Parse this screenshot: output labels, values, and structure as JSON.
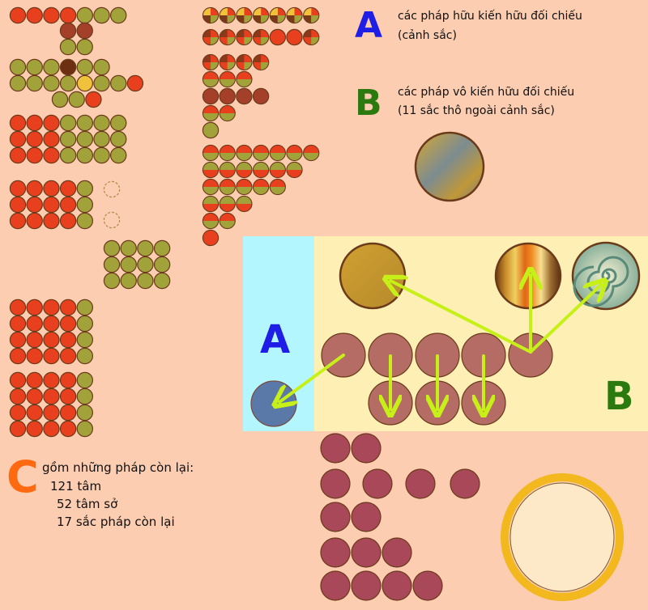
{
  "legend": {
    "a_letter": "A",
    "a_text_1": "các pháp hữu kiến hữu đối chiếu",
    "a_text_2": "(cảnh sắc)",
    "b_letter": "B",
    "b_text_1": "các pháp vô kiến hữu đối chiếu",
    "b_text_2": "(11 sắc thô ngoài cảnh sắc)"
  },
  "panel": {
    "a_label": "A",
    "b_label": "B"
  },
  "c_block": {
    "letter": "C",
    "line1": "gồm những pháp còn lại:",
    "line2": "121 tâm",
    "line3": "52 tâm sở",
    "line4": "17 sắc pháp còn lại"
  },
  "colors": {
    "background": "#fccdb0",
    "red_dot": "#e8401e",
    "olive_dot": "#a2a23a",
    "brown_dot": "#a4402a",
    "dark_brown_dot": "#6e2e10",
    "yellow_dot": "#f0c23c",
    "mauve_dot": "#b46c64",
    "plum_dot": "#a84858",
    "a_blue": "#1e1ee6",
    "b_green": "#2a7a10",
    "c_orange": "#ff6a10",
    "panel_a": "#b4f6fe",
    "panel_b": "#fef0b4",
    "arrow": "#c6f018",
    "ring": "#f2b81e"
  }
}
